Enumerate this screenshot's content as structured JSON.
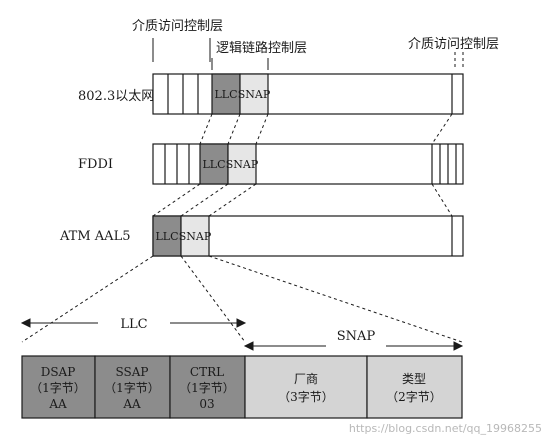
{
  "labels": {
    "mac_top_left": "介质访问控制层",
    "llc_top": "逻辑链路控制层",
    "mac_top_right": "介质访问控制层",
    "row_8023": "802.3以太网",
    "row_fddi": "FDDI",
    "row_atm": "ATM AAL5",
    "llc_section": "LLC",
    "snap_section": "SNAP"
  },
  "boxes": {
    "llc": "LLC",
    "snap": "SNAP"
  },
  "fields": {
    "dsap": [
      "DSAP",
      "（1字节）",
      "AA"
    ],
    "ssap": [
      "SSAP",
      "（1字节）",
      "AA"
    ],
    "ctrl": [
      "CTRL",
      "（1字节）",
      "03"
    ],
    "vendor": [
      "厂商",
      "（3字节）"
    ],
    "type": [
      "类型",
      "（2字节）"
    ]
  },
  "watermark": "https://blog.csdn.net/qq_19968255",
  "colors": {
    "llc_fill": "#8c8c8c",
    "snap_fill": "#e6e6e6",
    "field_dark": "#8c8c8c",
    "field_light": "#d4d4d4",
    "stroke": "#1a1a1a"
  }
}
